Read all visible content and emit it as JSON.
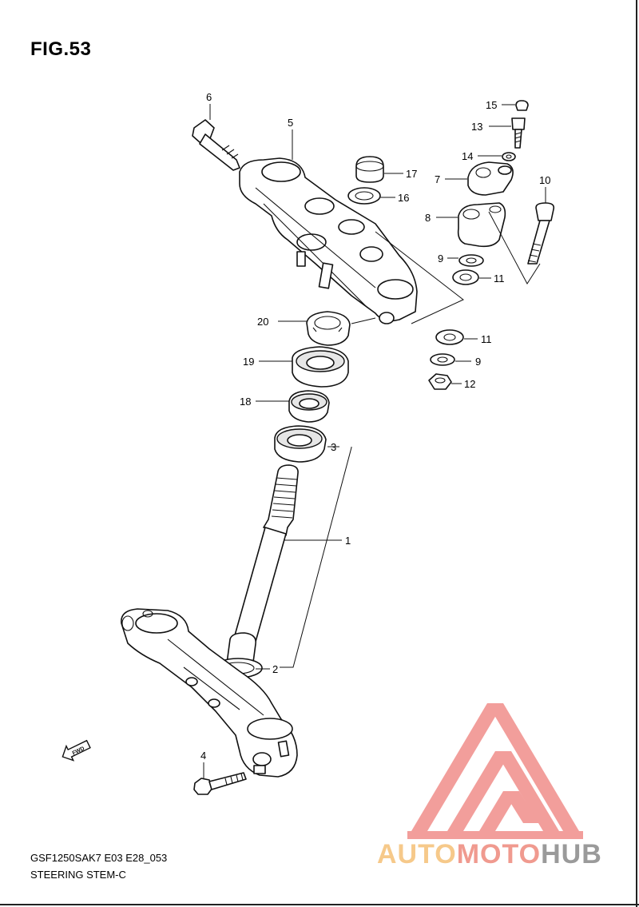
{
  "figure": {
    "title": "FIG.53"
  },
  "footer": {
    "model_code": "GSF1250SAK7 E03 E28_053",
    "description": "STEERING STEM-C"
  },
  "watermark": {
    "part1": "AUTO",
    "part2": "MOTO",
    "part3": "HUB"
  },
  "callouts": {
    "c1": "1",
    "c2": "2",
    "c3": "3",
    "c4": "4",
    "c5": "5",
    "c6": "6",
    "c7": "7",
    "c8": "8",
    "c9a": "9",
    "c9b": "9",
    "c10": "10",
    "c11a": "11",
    "c11b": "11",
    "c12": "12",
    "c13": "13",
    "c14": "14",
    "c15": "15",
    "c16": "16",
    "c17": "17",
    "c18": "18",
    "c19": "19",
    "c20": "20"
  },
  "direction_badge": "FWD",
  "colors": {
    "watermark_red": "#f08e8a",
    "watermark_orange": "#f6c98a",
    "watermark_gray": "#9a9a9a"
  }
}
